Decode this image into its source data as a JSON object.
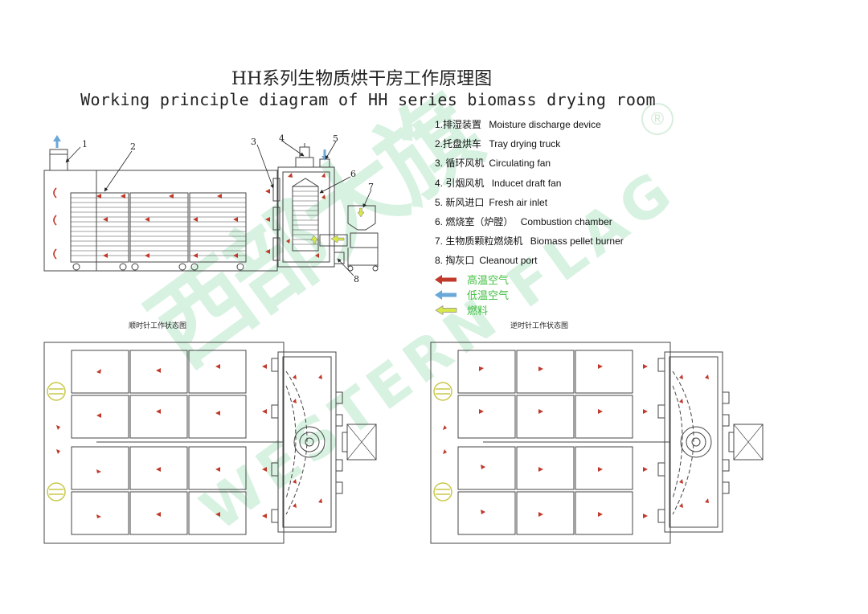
{
  "title_cn": "HH系列生物质烘干房工作原理图",
  "title_en": "Working principle diagram of HH series biomass drying room",
  "legend": [
    {
      "num": "1.",
      "cn": "排湿装置",
      "en": "Moisture discharge device"
    },
    {
      "num": "2.",
      "cn": "托盘烘车",
      "en": "Tray drying truck"
    },
    {
      "num": "3.",
      "cn": "循环风机",
      "en": "Circulating fan"
    },
    {
      "num": "4.",
      "cn": "引烟风机",
      "en": "Inducet draft fan"
    },
    {
      "num": "5.",
      "cn": "新风进口",
      "en": "Fresh air inlet"
    },
    {
      "num": "6.",
      "cn": "燃烧室（炉膛）",
      "en": "Combustion chamber"
    },
    {
      "num": "7.",
      "cn": "生物质颗粒燃烧机",
      "en": "Biomass pellet burner"
    },
    {
      "num": "8.",
      "cn": "掏灰口",
      "en": "Cleanout port"
    }
  ],
  "key": [
    {
      "label": "高温空气",
      "color": "#c0392b"
    },
    {
      "label": "低温空气",
      "color": "#6aa8d8"
    },
    {
      "label": "燃料",
      "color": "#d8e84a"
    }
  ],
  "subtitle_clockwise": "顺时针工作状态图",
  "subtitle_counter": "逆时针工作状态图",
  "callouts": [
    "1",
    "2",
    "3",
    "4",
    "5",
    "6",
    "7",
    "8"
  ],
  "watermark_cn": "西部大旗",
  "watermark_en": "WESTERN FLAG",
  "registered_mark": "®",
  "colors": {
    "hot_air": "#c0392b",
    "cold_air": "#6aa8d8",
    "fuel": "#d8e84a",
    "watermark": "#3cbe6e",
    "line": "#444444"
  }
}
